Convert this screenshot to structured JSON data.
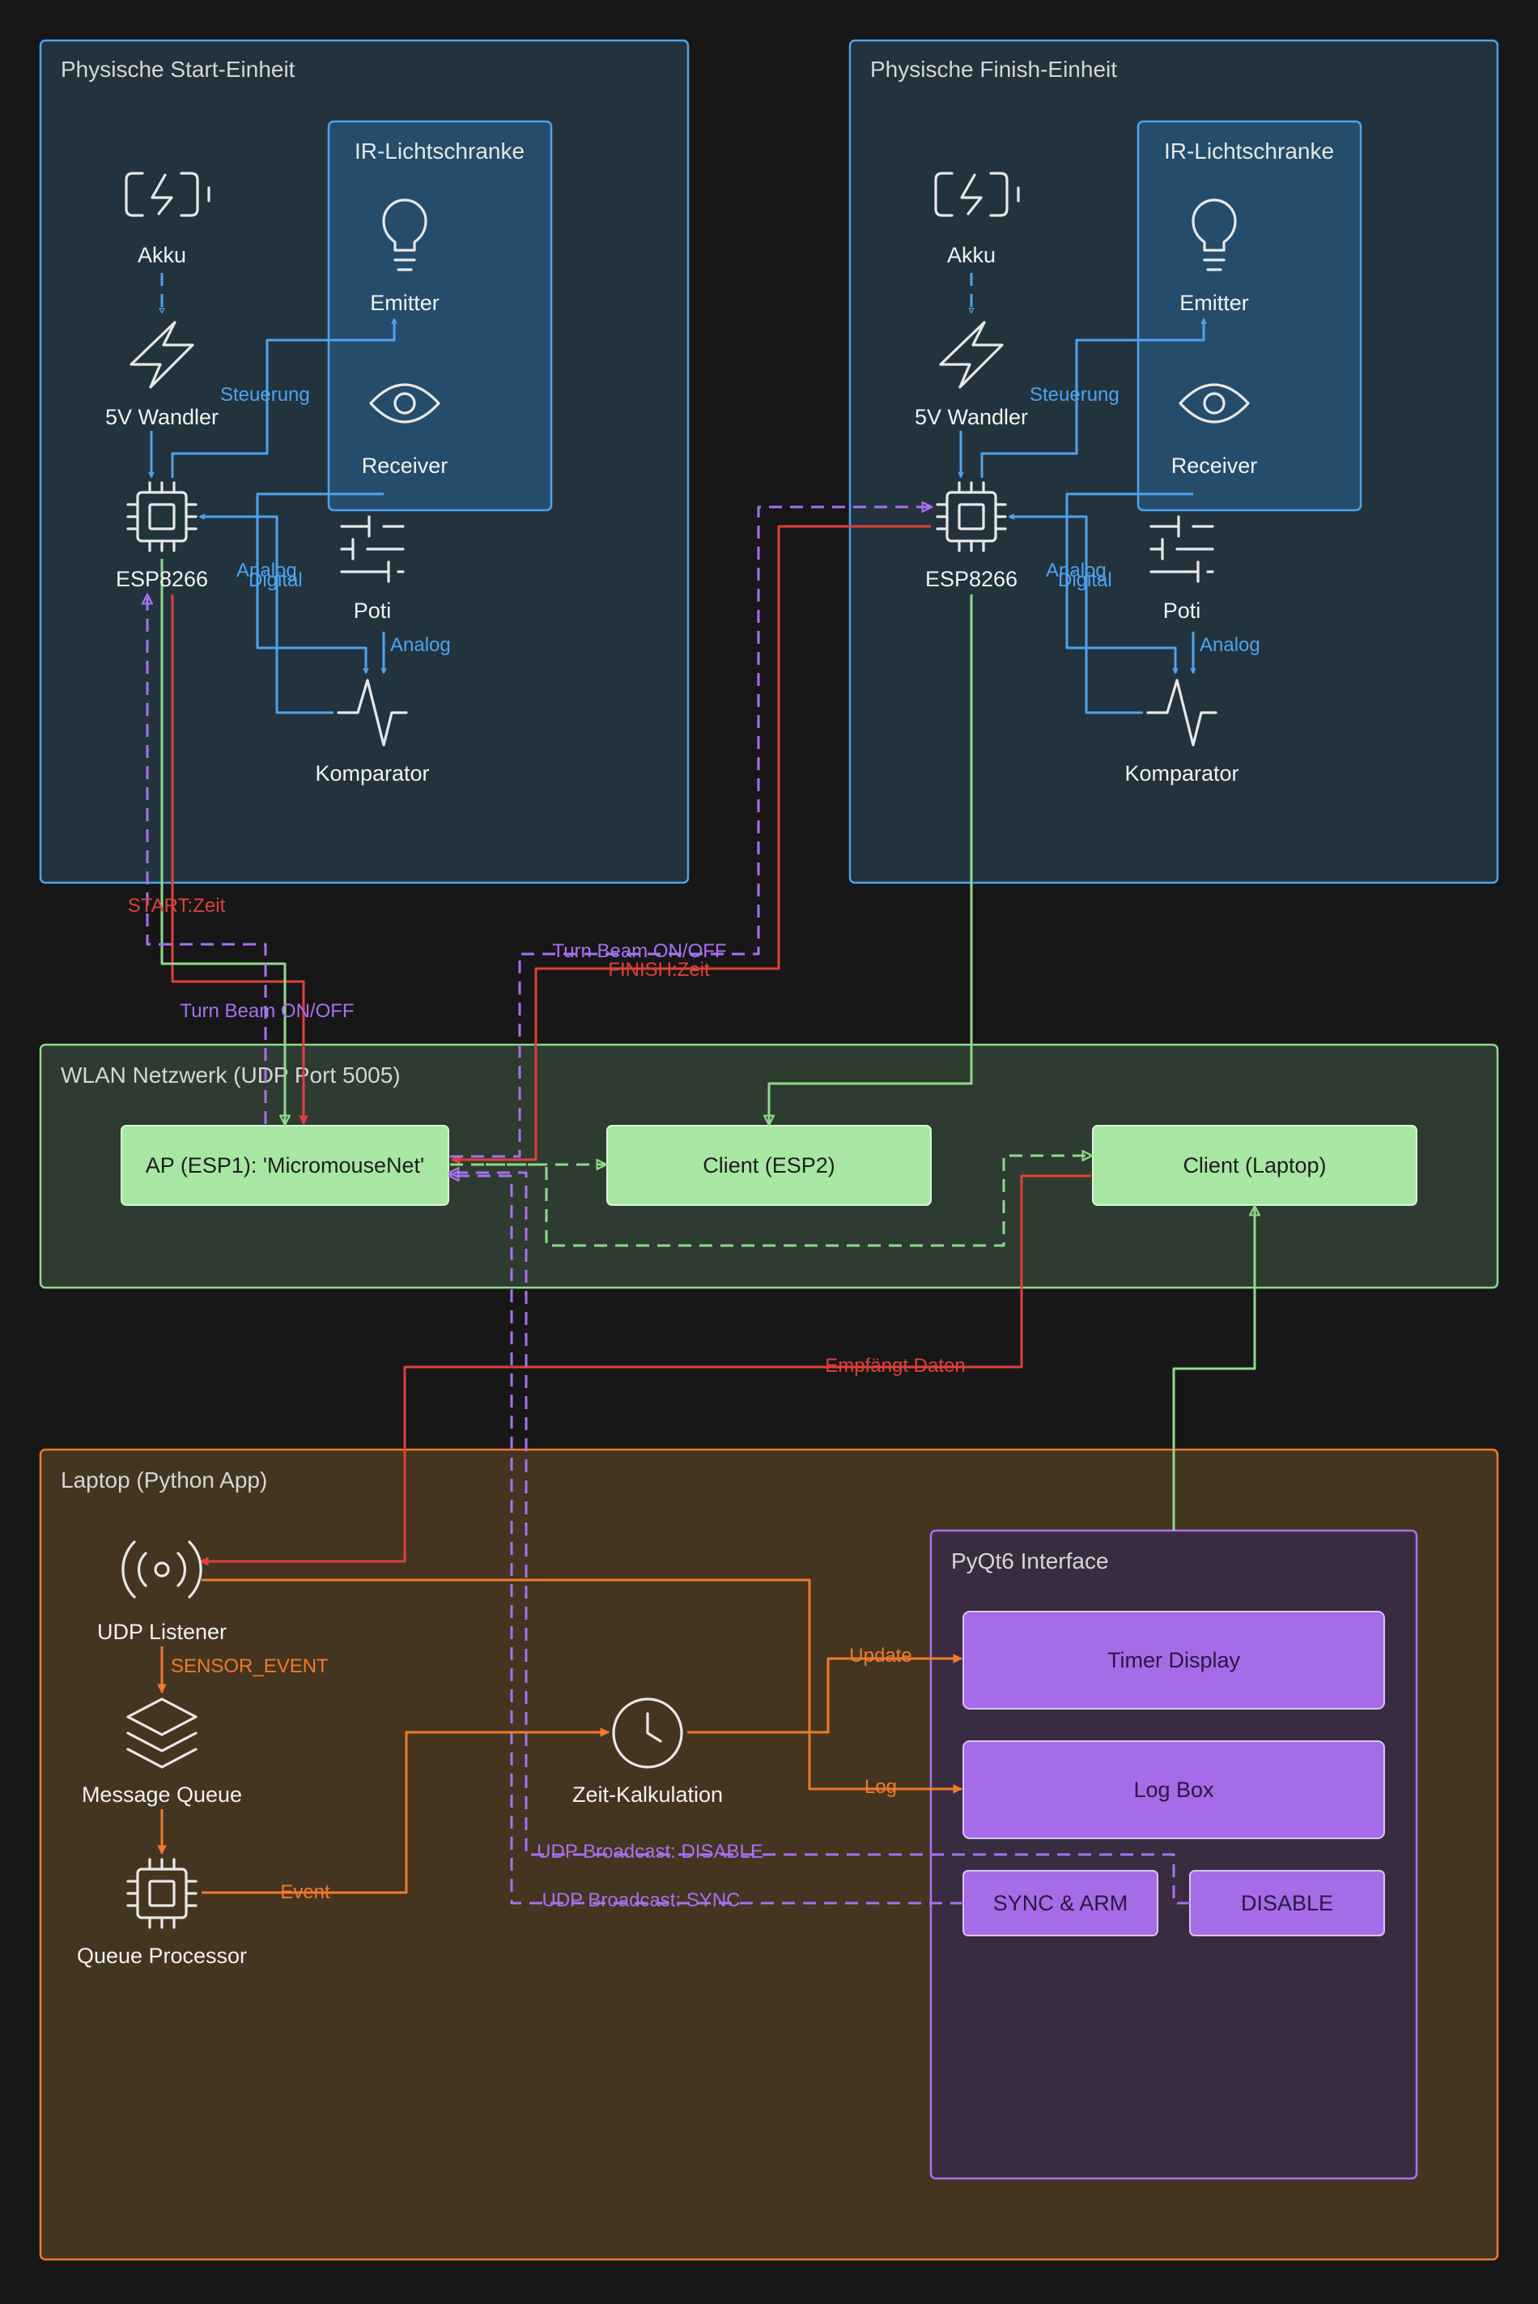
{
  "colors": {
    "background": "#171717",
    "blue": "#4da3f0",
    "red": "#e0403a",
    "green": "#8fd98b",
    "purple": "#a970f0",
    "orange": "#f07a2a"
  },
  "groups": {
    "start_unit": "Physische Start-Einheit",
    "finish_unit": "Physische Finish-Einheit",
    "ir_barrier": "IR-Lichtschranke",
    "wlan": "WLAN Netzwerk (UDP Port 5005)",
    "laptop": "Laptop (Python App)",
    "pyqt": "PyQt6 Interface"
  },
  "nodes": {
    "akku": "Akku",
    "wandler": "5V Wandler",
    "esp": "ESP8266",
    "emitter": "Emitter",
    "receiver": "Receiver",
    "poti": "Poti",
    "komparator": "Komparator",
    "ap": "AP (ESP1): 'MicromouseNet'",
    "client_esp2": "Client (ESP2)",
    "client_laptop": "Client (Laptop)",
    "udp_listener": "UDP Listener",
    "message_queue": "Message Queue",
    "queue_processor": "Queue Processor",
    "zeit_kalkulation": "Zeit-Kalkulation",
    "timer_display": "Timer Display",
    "log_box": "Log Box",
    "sync_arm": "SYNC & ARM",
    "disable": "DISABLE"
  },
  "icons": {
    "akku": "battery-charging-icon",
    "wandler": "lightning-bolt-icon",
    "esp": "chip-icon",
    "emitter": "lightbulb-icon",
    "receiver": "eye-icon",
    "poti": "slider-icon",
    "komparator": "signal-pulse-icon",
    "udp_listener": "broadcast-icon",
    "message_queue": "layers-icon",
    "queue_processor": "chip-icon",
    "zeit_kalkulation": "clock-icon"
  },
  "edge_labels": {
    "steuerung": "Steuerung",
    "analog": "Analog",
    "digital": "Digital",
    "start_zeit": "START:Zeit",
    "turn_beam": "Turn Beam ON/OFF",
    "finish_zeit": "FINISH:Zeit",
    "empfaengt": "Empfängt Daten",
    "sensor_event": "SENSOR_EVENT",
    "update": "Update",
    "log": "Log",
    "event": "Event",
    "udp_disable": "UDP Broadcast: DISABLE",
    "udp_sync": "UDP Broadcast: SYNC"
  }
}
